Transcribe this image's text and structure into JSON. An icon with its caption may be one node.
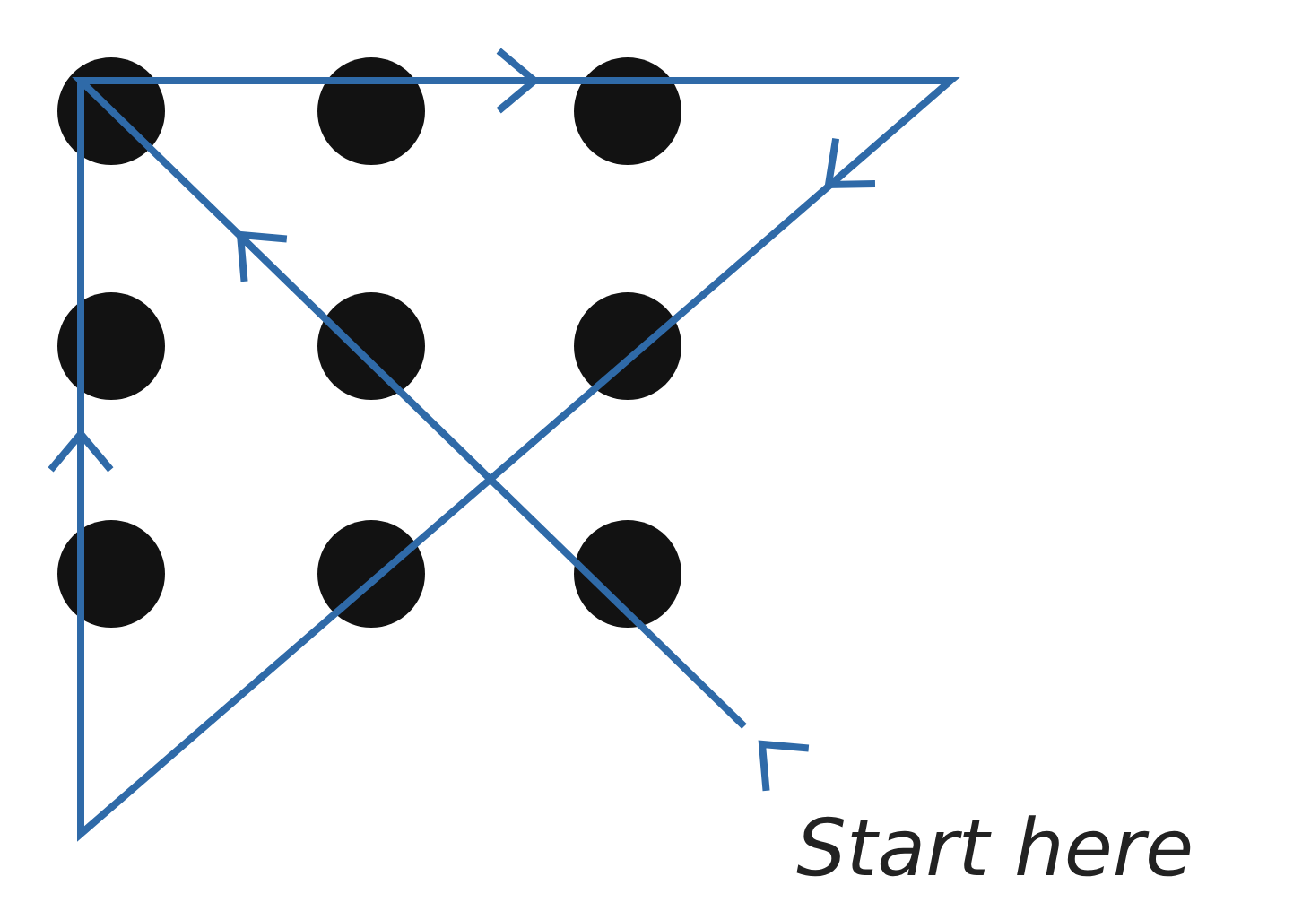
{
  "diagram": {
    "nodes": [
      {
        "text": [],
        "shape": "circle"
      },
      {
        "text": [],
        "shape": "circle"
      },
      {
        "text": [],
        "shape": "circle"
      },
      {
        "text": [],
        "shape": "circle"
      },
      {
        "text": [],
        "shape": "circle"
      },
      {
        "text": [],
        "shape": "circle"
      },
      {
        "text": [],
        "shape": "circle"
      },
      {
        "text": [],
        "shape": "circle"
      },
      {
        "text": [],
        "shape": "circle"
      }
    ],
    "labels": [
      "Start here"
    ]
  }
}
